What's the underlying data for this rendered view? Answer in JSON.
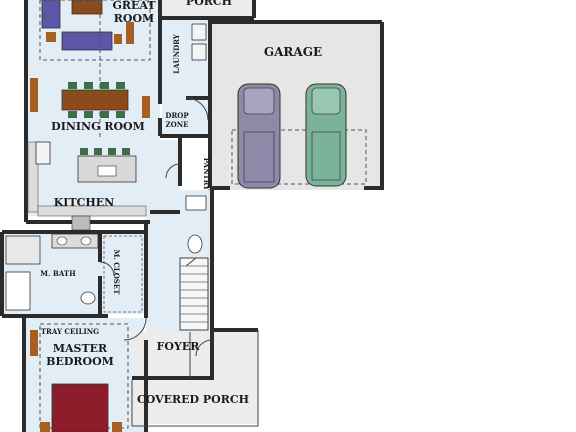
{
  "rooms": {
    "porch_top": "PORCH",
    "great_room": [
      "GREAT",
      "ROOM"
    ],
    "dining_room": "DINING ROOM",
    "laundry": "LAUNDRY",
    "drop_zone": [
      "DROP",
      "ZONE"
    ],
    "garage": "GARAGE",
    "pantry": "PANTRY",
    "kitchen": "KITCHEN",
    "m_bath": "M. BATH",
    "m_closet": "M. CLOSET",
    "tray_ceiling": "TRAY CEILING",
    "master_bedroom": [
      "MASTER",
      "BEDROOM"
    ],
    "foyer": "FOYER",
    "covered_porch": "COVERED PORCH"
  },
  "colors": {
    "interior_floor": "#e3edf6",
    "garage_floor": "#e6e6e6",
    "porch_floor": "#ececec",
    "sofa": "#5b57a6",
    "dining_table": "#8a4b1c",
    "dining_chairs": "#3e6b4a",
    "bed": "#8e1d2b",
    "truck_left": "#8f88a8",
    "truck_right": "#7bb39a",
    "wood_accent": "#a85f22"
  }
}
